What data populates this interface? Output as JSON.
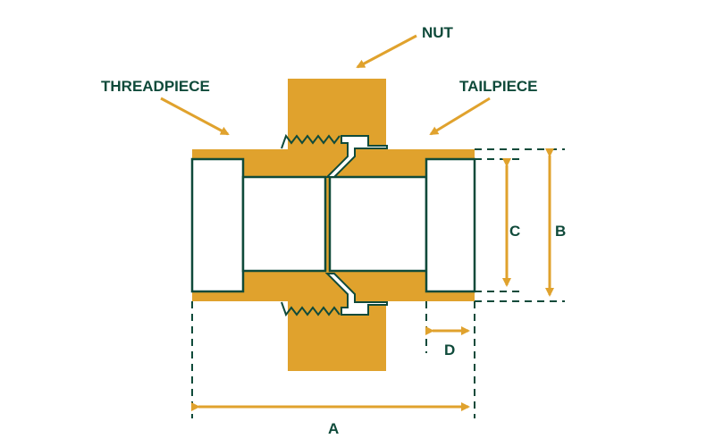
{
  "labels": {
    "nut": "NUT",
    "threadpiece": "THREADPIECE",
    "tailpiece": "TAILPIECE",
    "dim_a": "A",
    "dim_b": "B",
    "dim_c": "C",
    "dim_d": "D"
  },
  "colors": {
    "brass": "#e0a22d",
    "outline": "#0f4a3a",
    "background": "#ffffff"
  }
}
